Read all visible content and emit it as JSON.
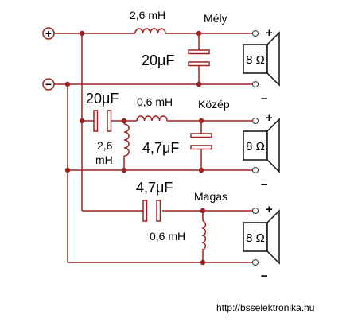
{
  "terminals": {
    "plus": "+",
    "minus": "−"
  },
  "sections": {
    "mely": {
      "title": "Mély",
      "inductor": "2,6 mH",
      "capacitor": "20μF",
      "speaker": "8 Ω",
      "plus": "+",
      "minus": "−"
    },
    "kozep": {
      "title": "Közép",
      "series_capacitor": "20μF",
      "series_inductor": "0,6 mH",
      "shunt_inductor_value": "2,6",
      "shunt_inductor_unit": "mH",
      "shunt_capacitor": "4,7μF",
      "speaker": "8 Ω",
      "plus": "+",
      "minus": "−"
    },
    "magas": {
      "title": "Magas",
      "capacitor": "4,7μF",
      "inductor": "0,6 mH",
      "speaker": "8 Ω",
      "plus": "+",
      "minus": "−"
    }
  },
  "footer": {
    "url": "http://bsselektronika.hu"
  },
  "colors": {
    "wire": "#a02020",
    "plus_sign": "#cc0000",
    "minus_sign": "#1a1aa0",
    "speaker_outline": "#111111",
    "terminal_fill": "#ffffff"
  }
}
